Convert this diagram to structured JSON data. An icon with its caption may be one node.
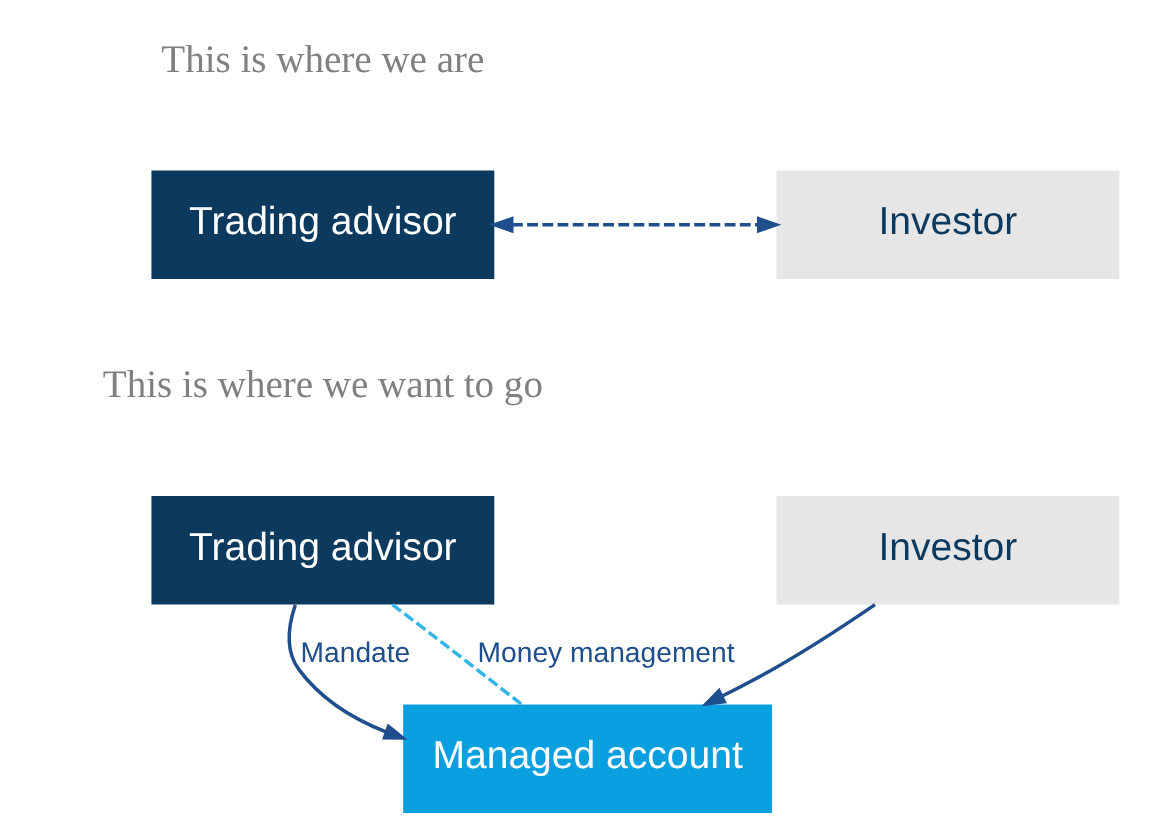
{
  "diagram": {
    "nodes": [
      {
        "text": [
          "Trading advisor"
        ]
      },
      {
        "text": [
          "Investor"
        ]
      },
      {
        "text": [
          "Trading advisor"
        ]
      },
      {
        "text": [
          "Investor"
        ]
      },
      {
        "text": [
          "Managed account"
        ]
      }
    ],
    "edges": [
      {
        "from": 0,
        "to": 1,
        "arrow": "both",
        "style": "dashed"
      },
      {
        "from": 2,
        "to": 4,
        "arrow": "to",
        "label": "Mandate"
      },
      {
        "from": 3,
        "to": 4,
        "arrow": "to"
      },
      {
        "from": 2,
        "to": 4,
        "arrow": "none",
        "style": "dashed",
        "color": "#33b5e5",
        "label": "Money management"
      }
    ],
    "labels": [
      "This is where we are",
      "This is where we want to go"
    ]
  }
}
